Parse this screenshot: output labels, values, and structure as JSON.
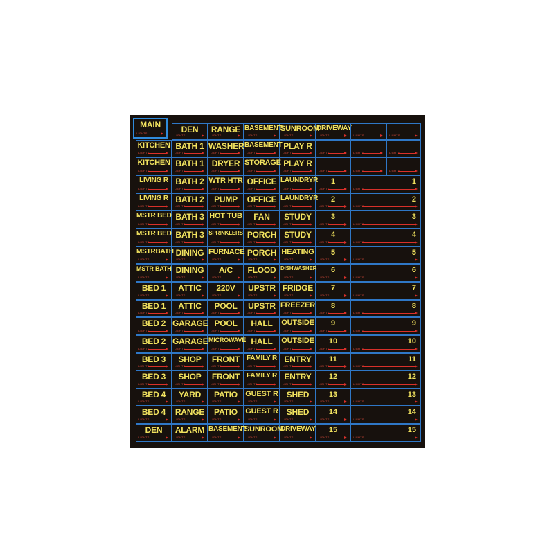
{
  "tag_text": "LIGHTS",
  "colors": {
    "panel": "#17110d",
    "label": "#f1e25f",
    "border": "#2f77c6",
    "accent": "#d9302a"
  },
  "main_label": "MAIN",
  "header_row": [
    "DEN",
    "RANGE",
    "BASEMENT",
    "SUNROOM",
    "DRIVEWAY",
    "",
    ""
  ],
  "rows": [
    {
      "cells": [
        "KITCHEN",
        "BATH 1",
        "WASHER",
        "BASEMENT",
        "PLAY R"
      ],
      "num": ""
    },
    {
      "cells": [
        "KITCHEN",
        "BATH 1",
        "DRYER",
        "STORAGE",
        "PLAY R"
      ],
      "num": ""
    },
    {
      "cells": [
        "LIVING R",
        "BATH 2",
        "WTR HTR",
        "OFFICE",
        "LAUNDRYR"
      ],
      "num": "1"
    },
    {
      "cells": [
        "LIVING R",
        "BATH 2",
        "PUMP",
        "OFFICE",
        "LAUNDRYR"
      ],
      "num": "2"
    },
    {
      "cells": [
        "MSTR BED",
        "BATH 3",
        "HOT TUB",
        "FAN",
        "STUDY"
      ],
      "num": "3"
    },
    {
      "cells": [
        "MSTR BED",
        "BATH 3",
        "SPRINKLERS",
        "PORCH",
        "STUDY"
      ],
      "num": "4"
    },
    {
      "cells": [
        "MSTRBATH",
        "DINING",
        "FURNACE",
        "PORCH",
        "HEATING"
      ],
      "num": "5"
    },
    {
      "cells": [
        "MSTR BATH",
        "DINING",
        "A/C",
        "FLOOD",
        "DISHWASHER"
      ],
      "num": "6"
    },
    {
      "cells": [
        "BED 1",
        "ATTIC",
        "220V",
        "UPSTR",
        "FRIDGE"
      ],
      "num": "7"
    },
    {
      "cells": [
        "BED 1",
        "ATTIC",
        "POOL",
        "UPSTR",
        "FREEZER"
      ],
      "num": "8"
    },
    {
      "cells": [
        "BED 2",
        "GARAGE",
        "POOL",
        "HALL",
        "OUTSIDE"
      ],
      "num": "9"
    },
    {
      "cells": [
        "BED 2",
        "GARAGE",
        "MICROWAVE",
        "HALL",
        "OUTSIDE"
      ],
      "num": "10"
    },
    {
      "cells": [
        "BED 3",
        "SHOP",
        "FRONT",
        "FAMILY R",
        "ENTRY"
      ],
      "num": "11"
    },
    {
      "cells": [
        "BED 3",
        "SHOP",
        "FRONT",
        "FAMILY R",
        "ENTRY"
      ],
      "num": "12"
    },
    {
      "cells": [
        "BED 4",
        "YARD",
        "PATIO",
        "GUEST R",
        "SHED"
      ],
      "num": "13"
    },
    {
      "cells": [
        "BED 4",
        "RANGE",
        "PATIO",
        "GUEST R",
        "SHED"
      ],
      "num": "14"
    },
    {
      "cells": [
        "DEN",
        "ALARM",
        "BASEMENT",
        "SUNROOM",
        "DRIVEWAY"
      ],
      "num": "15"
    }
  ]
}
